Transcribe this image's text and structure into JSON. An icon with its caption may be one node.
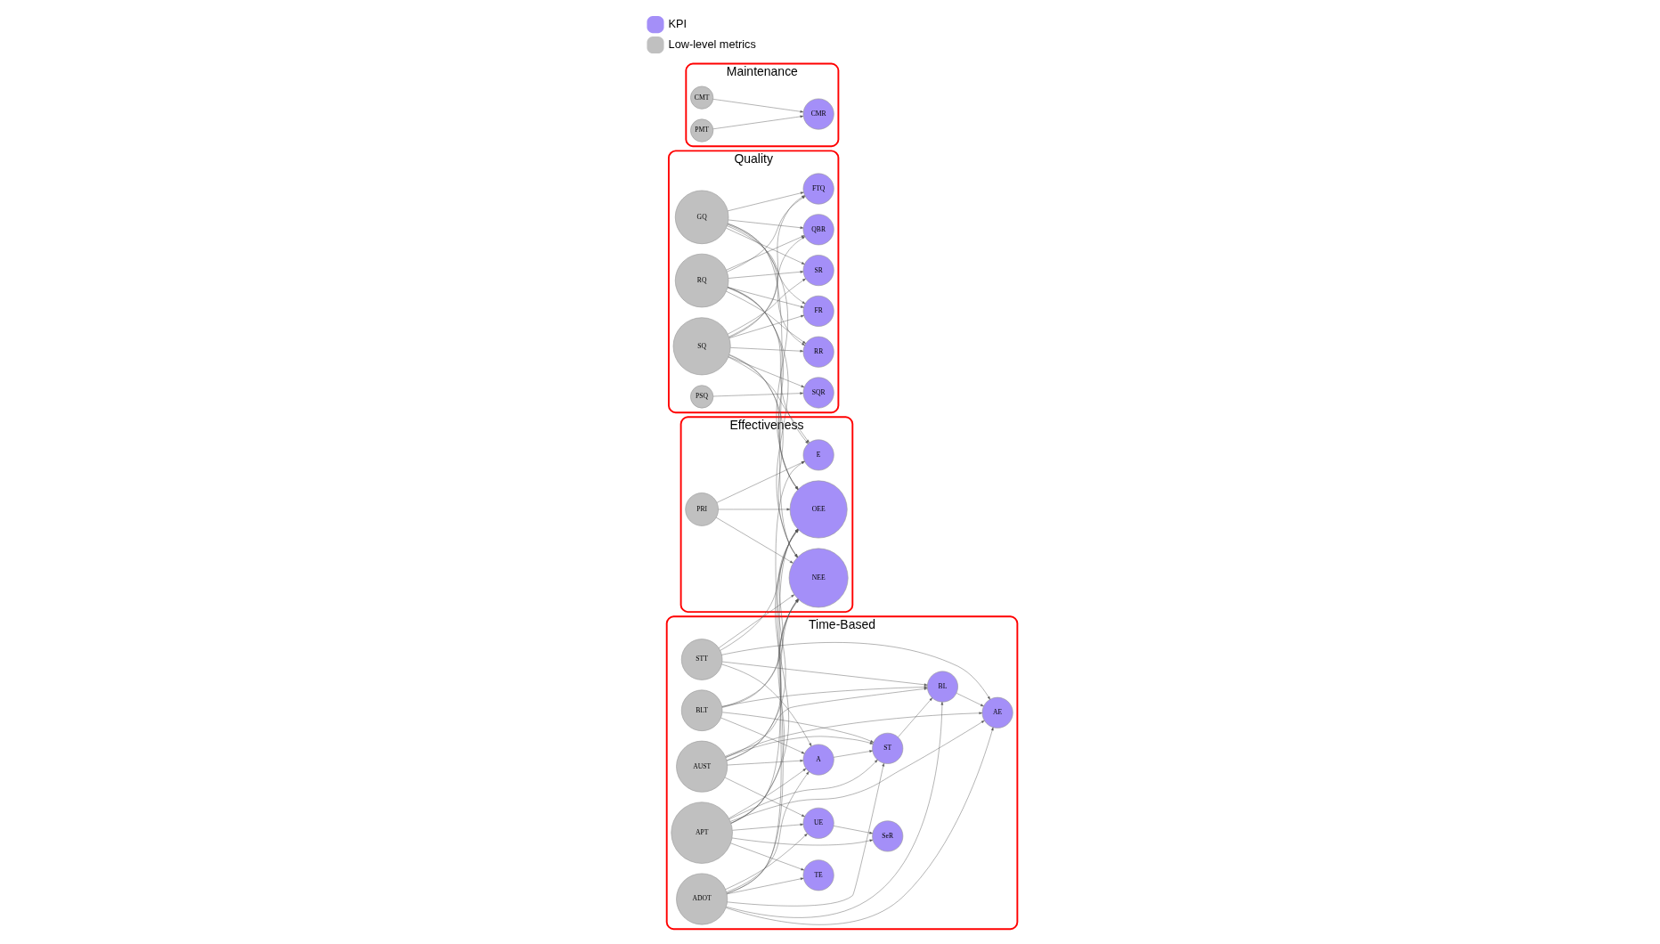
{
  "diagram": {
    "nodes": [
      {
        "text": [
          "Quality"
        ]
      },
      {
        "text": [
          "SR"
        ],
        "in": 0
      },
      {
        "text": [
          "QBR"
        ],
        "in": 0
      },
      {
        "text": [
          "RQ"
        ],
        "in": 0
      },
      {
        "text": [
          "FTQ"
        ],
        "in": 0
      },
      {
        "text": [
          "RR"
        ],
        "in": 0
      },
      {
        "text": [
          "GQ"
        ],
        "in": 0
      },
      {
        "text": [
          "FR"
        ],
        "in": 0
      },
      {
        "text": [
          "SQ"
        ],
        "in": 0
      },
      {
        "text": [
          "SQR"
        ],
        "in": 0
      },
      {
        "text": [
          "PSQ"
        ],
        "in": 0
      },
      {
        "text": [
          "Effectiveness"
        ]
      },
      {
        "text": [
          "OEE"
        ],
        "in": 11
      },
      {
        "text": [
          "PRI"
        ],
        "in": 11
      },
      {
        "text": [
          "E"
        ],
        "in": 11
      },
      {
        "text": [
          "NEE"
        ],
        "in": 11
      },
      {
        "text": [
          "Time-Based"
        ]
      },
      {
        "text": [
          "BLT"
        ],
        "in": 16
      },
      {
        "text": [
          "STT"
        ],
        "in": 16
      },
      {
        "text": [
          "BL"
        ],
        "in": 16
      },
      {
        "text": [
          "A"
        ],
        "in": 16
      },
      {
        "text": [
          "ST"
        ],
        "in": 16
      },
      {
        "text": [
          "AE"
        ],
        "in": 16
      },
      {
        "text": [
          "AUST"
        ],
        "in": 16
      },
      {
        "text": [
          "ADOT"
        ],
        "in": 16
      },
      {
        "text": [
          "APT"
        ],
        "in": 16
      },
      {
        "text": [
          "UE"
        ],
        "in": 16
      },
      {
        "text": [
          "TE"
        ],
        "in": 16
      },
      {
        "text": [
          "SeR"
        ],
        "in": 16
      },
      {
        "text": [
          "Maintenance"
        ]
      },
      {
        "text": [
          "CMR"
        ],
        "in": 29
      },
      {
        "text": [
          "CMT"
        ],
        "in": 29
      },
      {
        "text": [
          "PMT"
        ],
        "in": 29
      }
    ],
    "edges": [
      {
        "from": 3,
        "to": 1,
        "arrow": "to"
      },
      {
        "from": 3,
        "to": 2,
        "arrow": "to"
      },
      {
        "from": 3,
        "to": 4,
        "arrow": "to"
      },
      {
        "from": 3,
        "to": 5,
        "arrow": "to"
      },
      {
        "from": 3,
        "to": 7,
        "arrow": "to"
      },
      {
        "from": 3,
        "to": 12,
        "arrow": "to"
      },
      {
        "from": 3,
        "to": 15,
        "arrow": "to"
      },
      {
        "from": 3,
        "to": 14,
        "arrow": "to"
      },
      {
        "from": 6,
        "to": 1,
        "arrow": "to"
      },
      {
        "from": 6,
        "to": 2,
        "arrow": "to"
      },
      {
        "from": 6,
        "to": 4,
        "arrow": "to"
      },
      {
        "from": 6,
        "to": 5,
        "arrow": "to"
      },
      {
        "from": 6,
        "to": 7,
        "arrow": "to"
      },
      {
        "from": 6,
        "to": 12,
        "arrow": "to"
      },
      {
        "from": 6,
        "to": 15,
        "arrow": "to"
      },
      {
        "from": 8,
        "to": 1,
        "arrow": "to"
      },
      {
        "from": 8,
        "to": 2,
        "arrow": "to"
      },
      {
        "from": 8,
        "to": 4,
        "arrow": "to"
      },
      {
        "from": 8,
        "to": 5,
        "arrow": "to"
      },
      {
        "from": 8,
        "to": 7,
        "arrow": "to"
      },
      {
        "from": 8,
        "to": 9,
        "arrow": "to"
      },
      {
        "from": 8,
        "to": 12,
        "arrow": "to"
      },
      {
        "from": 8,
        "to": 14,
        "arrow": "to"
      },
      {
        "from": 8,
        "to": 15,
        "arrow": "to"
      },
      {
        "from": 10,
        "to": 9,
        "arrow": "to"
      },
      {
        "from": 13,
        "to": 14,
        "arrow": "to"
      },
      {
        "from": 13,
        "to": 12,
        "arrow": "to"
      },
      {
        "from": 13,
        "to": 15,
        "arrow": "to"
      },
      {
        "from": 17,
        "to": 12,
        "arrow": "to"
      },
      {
        "from": 18,
        "to": 12,
        "arrow": "to"
      },
      {
        "from": 17,
        "to": 15,
        "arrow": "to"
      },
      {
        "from": 18,
        "to": 15,
        "arrow": "to"
      },
      {
        "from": 23,
        "to": 12,
        "arrow": "to"
      },
      {
        "from": 24,
        "to": 12,
        "arrow": "to"
      },
      {
        "from": 25,
        "to": 12,
        "arrow": "to"
      },
      {
        "from": 23,
        "to": 15,
        "arrow": "to"
      },
      {
        "from": 24,
        "to": 15,
        "arrow": "to"
      },
      {
        "from": 25,
        "to": 15,
        "arrow": "to"
      },
      {
        "from": 25,
        "to": 14,
        "arrow": "to"
      },
      {
        "from": 17,
        "to": 19,
        "arrow": "to"
      },
      {
        "from": 17,
        "to": 20,
        "arrow": "to"
      },
      {
        "from": 17,
        "to": 21,
        "arrow": "to"
      },
      {
        "from": 18,
        "to": 19,
        "arrow": "to"
      },
      {
        "from": 18,
        "to": 20,
        "arrow": "to"
      },
      {
        "from": 18,
        "to": 22,
        "arrow": "to"
      },
      {
        "from": 20,
        "to": 21,
        "arrow": "to"
      },
      {
        "from": 19,
        "to": 22,
        "arrow": "to"
      },
      {
        "from": 21,
        "to": 19,
        "arrow": "to"
      },
      {
        "from": 23,
        "to": 19,
        "arrow": "to"
      },
      {
        "from": 23,
        "to": 21,
        "arrow": "to"
      },
      {
        "from": 23,
        "to": 22,
        "arrow": "to"
      },
      {
        "from": 23,
        "to": 20,
        "arrow": "to"
      },
      {
        "from": 23,
        "to": 26,
        "arrow": "to"
      },
      {
        "from": 24,
        "to": 20,
        "arrow": "to"
      },
      {
        "from": 24,
        "to": 19,
        "arrow": "to"
      },
      {
        "from": 24,
        "to": 21,
        "arrow": "to"
      },
      {
        "from": 24,
        "to": 22,
        "arrow": "to"
      },
      {
        "from": 24,
        "to": 26,
        "arrow": "to"
      },
      {
        "from": 24,
        "to": 27,
        "arrow": "to"
      },
      {
        "from": 25,
        "to": 20,
        "arrow": "to"
      },
      {
        "from": 25,
        "to": 21,
        "arrow": "to"
      },
      {
        "from": 25,
        "to": 22,
        "arrow": "to"
      },
      {
        "from": 25,
        "to": 26,
        "arrow": "to"
      },
      {
        "from": 25,
        "to": 27,
        "arrow": "to"
      },
      {
        "from": 25,
        "to": 28,
        "arrow": "to"
      },
      {
        "from": 26,
        "to": 28,
        "arrow": "to"
      },
      {
        "from": 31,
        "to": 30,
        "arrow": "to"
      },
      {
        "from": 32,
        "to": 30,
        "arrow": "to"
      }
    ],
    "legend": [
      {
        "text": "KPI",
        "color": "#a48ff8"
      },
      {
        "text": "Low-level metrics",
        "color": "#c0c0c0"
      }
    ]
  }
}
